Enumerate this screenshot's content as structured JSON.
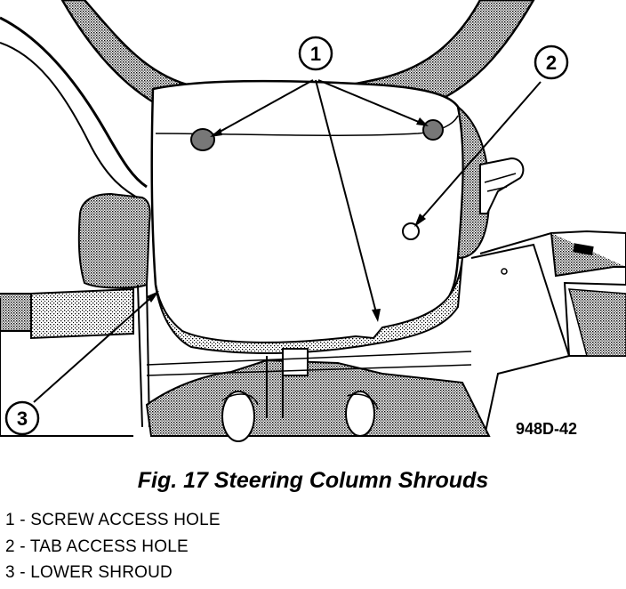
{
  "figure": {
    "code": "948D-42",
    "callouts": [
      "1",
      "2",
      "3"
    ]
  },
  "caption": "Fig. 17 Steering Column Shrouds",
  "legend": [
    "1 - SCREW ACCESS HOLE",
    "2 - TAB ACCESS HOLE",
    "3 - LOWER SHROUD"
  ],
  "colors": {
    "ink": "#000000",
    "shade": "#9a9a9a",
    "paper": "#ffffff"
  }
}
